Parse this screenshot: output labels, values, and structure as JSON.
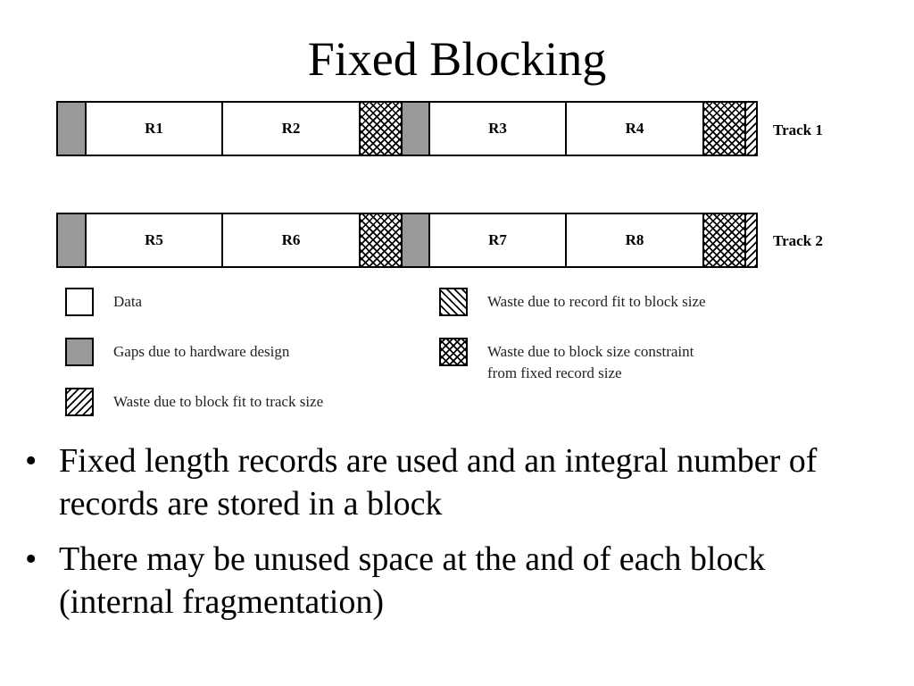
{
  "title": "Fixed Blocking",
  "tracks": [
    {
      "label": "Track 1",
      "segments": [
        {
          "kind": "gap"
        },
        {
          "kind": "data",
          "label": "R1"
        },
        {
          "kind": "data",
          "label": "R2"
        },
        {
          "kind": "block_waste"
        },
        {
          "kind": "gap"
        },
        {
          "kind": "data",
          "label": "R3"
        },
        {
          "kind": "data",
          "label": "R4"
        },
        {
          "kind": "block_waste"
        },
        {
          "kind": "track_waste"
        }
      ]
    },
    {
      "label": "Track 2",
      "segments": [
        {
          "kind": "gap"
        },
        {
          "kind": "data",
          "label": "R5"
        },
        {
          "kind": "data",
          "label": "R6"
        },
        {
          "kind": "block_waste"
        },
        {
          "kind": "gap"
        },
        {
          "kind": "data",
          "label": "R7"
        },
        {
          "kind": "data",
          "label": "R8"
        },
        {
          "kind": "block_waste"
        },
        {
          "kind": "track_waste"
        }
      ]
    }
  ],
  "legend": {
    "data": "Data",
    "gaps": "Gaps due to hardware design",
    "track_waste": "Waste due to block fit to track size",
    "record_waste": "Waste due to record fit to block size",
    "block_waste_line1": "Waste due to block size constraint",
    "block_waste_line2": "from fixed record size"
  },
  "bullets": [
    "Fixed length records are used and an integral number of records are stored in a block",
    "There may be unused space at the and of each block (internal fragmentation)"
  ],
  "bullet_symbol": "•",
  "colors": {
    "gap_fill": "#999999",
    "line": "#000000"
  }
}
